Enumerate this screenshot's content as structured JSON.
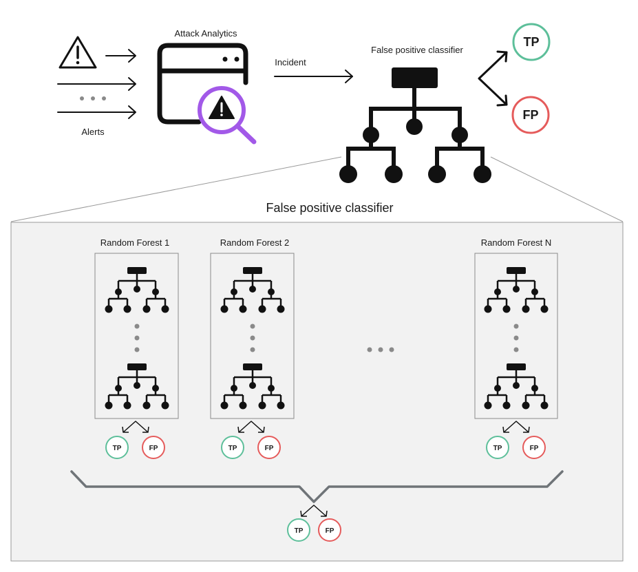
{
  "top": {
    "alerts_label": "Alerts",
    "attack_analytics_label": "Attack Analytics",
    "incident_label": "Incident",
    "classifier_label": "False positive classifier",
    "tp_label": "TP",
    "fp_label": "FP"
  },
  "panel": {
    "title": "False positive classifier",
    "forests": [
      {
        "name": "Random Forest 1",
        "tp": "TP",
        "fp": "FP"
      },
      {
        "name": "Random Forest 2",
        "tp": "TP",
        "fp": "FP"
      },
      {
        "name": "Random Forest N",
        "tp": "TP",
        "fp": "FP"
      }
    ],
    "final_tp": "TP",
    "final_fp": "FP"
  },
  "colors": {
    "tp": "#5dbf9a",
    "fp": "#e55b5b",
    "accent": "#a259e8",
    "dark": "#111111",
    "panel_bg": "#f2f2f2",
    "panel_border": "#9a9a9a",
    "dots": "#8a8a8a",
    "brace": "#6f7478"
  }
}
